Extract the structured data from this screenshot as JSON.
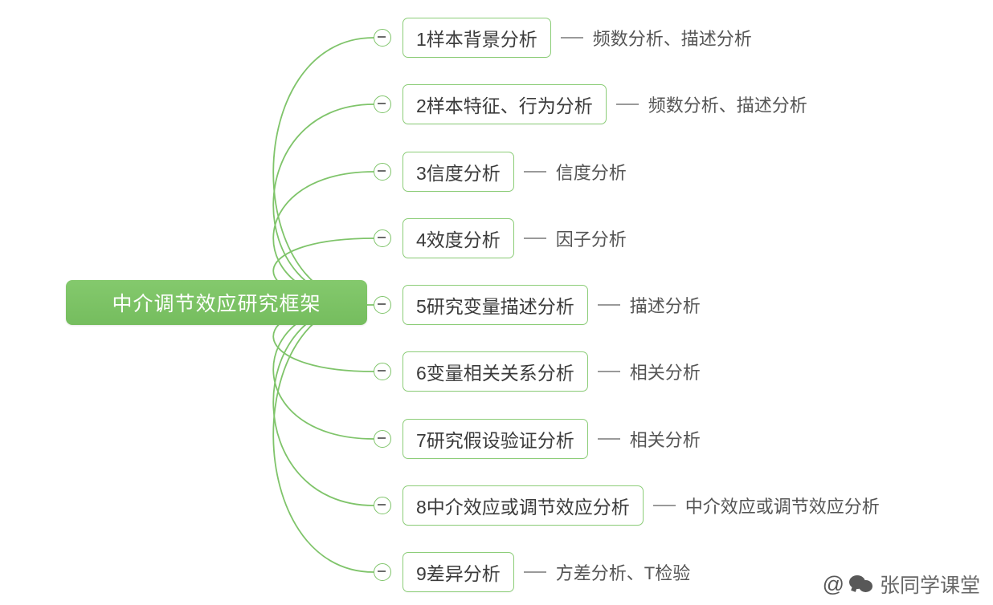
{
  "diagram": {
    "type": "mindmap",
    "root": {
      "label": "中介调节效应研究框架",
      "color": "#7ac264"
    },
    "branches": [
      {
        "node": "1样本背景分析",
        "leaf": "频数分析、描述分析"
      },
      {
        "node": "2样本特征、行为分析",
        "leaf": "频数分析、描述分析"
      },
      {
        "node": "3信度分析",
        "leaf": "信度分析"
      },
      {
        "node": "4效度分析",
        "leaf": "因子分析"
      },
      {
        "node": "5研究变量描述分析",
        "leaf": "描述分析"
      },
      {
        "node": "6变量相关关系分析",
        "leaf": "相关分析"
      },
      {
        "node": "7研究假设验证分析",
        "leaf": "相关分析"
      },
      {
        "node": "8中介效应或调节效应分析",
        "leaf": "中介效应或调节效应分析"
      },
      {
        "node": "9差异分析",
        "leaf": "方差分析、T检验"
      }
    ],
    "colors": {
      "branch_line": "#7fc46a",
      "node_border": "#8ccd78",
      "leaf_connector": "#9a9a9a",
      "node_text": "#3b3b3b",
      "leaf_text": "#555555"
    }
  },
  "watermark": {
    "at": "@",
    "text": "张同学课堂"
  }
}
